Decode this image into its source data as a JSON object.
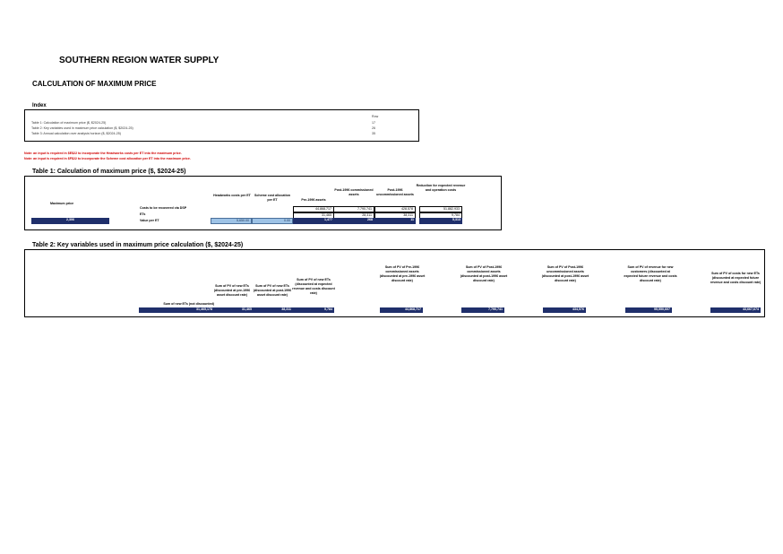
{
  "title": "SOUTHERN REGION WATER SUPPLY",
  "subtitle": "CALCULATION OF MAXIMUM PRICE",
  "index": {
    "heading": "Index",
    "col_header": "Row",
    "rows": [
      {
        "label": "Table 1:  Calculation of maximum price ($, $2024-25)",
        "row": "17"
      },
      {
        "label": "Table 2:  Key variables used in maximum price calculation ($, $2024-25)",
        "row": "26"
      },
      {
        "label": "Table 3:  Annual calculation over analysis horizon ($, $2024-25)",
        "row": "35"
      }
    ]
  },
  "notes": [
    "Note:  an input is required in $E$22 to incorporate the Headworks costs per ET into the maximum price.",
    "Note:  an input is required in $F$22 to incorporate the Scheme cost allocation per ET into the maximum price."
  ],
  "table1": {
    "title": "Table 1:  Calculation of maximum price ($, $2024-25)",
    "max_price_label": "Maximum price",
    "max_price_value": "2,306",
    "headers": {
      "headworks": "Headworks costs per ET",
      "scheme": "Scheme cost allocation per ET",
      "pre1996": "Pre-1996 assets",
      "post1996_comm": "Post-1996 commissioned assets",
      "post1996_uncomm": "Post-1996 uncommissioned assets",
      "reduction": "Reduction for expected revenue and operation costs"
    },
    "rows": [
      {
        "label": "Costs to be recovered via DSP",
        "values": [
          "",
          "",
          "44,868,717",
          "7,790,741",
          "428,578",
          "51,882,933"
        ]
      },
      {
        "label": "ETs",
        "values": [
          "",
          "",
          "31,465",
          "28,311",
          "38,311",
          "9,784"
        ]
      },
      {
        "label": "Value per ET",
        "values": [
          "5,650.00",
          "0.00",
          "1,477",
          "268",
          "11",
          "5,313"
        ]
      }
    ]
  },
  "table2": {
    "title": "Table 2:  Key variables used in maximum price calculation ($, $2024-25)",
    "columns": [
      {
        "header": "Sum of new ETs (not discounted)",
        "value": "31,465,178"
      },
      {
        "header": "Sum of PV of new ETs (discounted at pre-1996 asset discount rate)",
        "value": "31,465"
      },
      {
        "header": "Sum of PV of new ETs (discounted at post-1996 asset discount rate)",
        "value": "38,311"
      },
      {
        "header": "Sum of PV of new ETs (discounted at expected revenue and costs discount rate)",
        "value": "9,784"
      },
      {
        "header": "Sum of PV of Pre-1996 commissioned assets (discounted at pre-1996 asset discount rate)",
        "value": "44,868,717"
      },
      {
        "header": "Sum of PV of Post-1996 commissioned assets (discounted at post-1996 asset discount rate)",
        "value": "7,790,741"
      },
      {
        "header": "Sum of PV of Post-1996 uncommissioned assets (discounted at post-1996 asset discount rate)",
        "value": "434,576"
      },
      {
        "header": "Sum of PV of revenue for new customers (discounted at expected future revenue and costs discount rate)",
        "value": "95,550,607"
      },
      {
        "header": "Sum of PV of costs for new ETs (discounted at expected future revenue and costs discount rate)",
        "value": "43,667,674"
      }
    ]
  }
}
